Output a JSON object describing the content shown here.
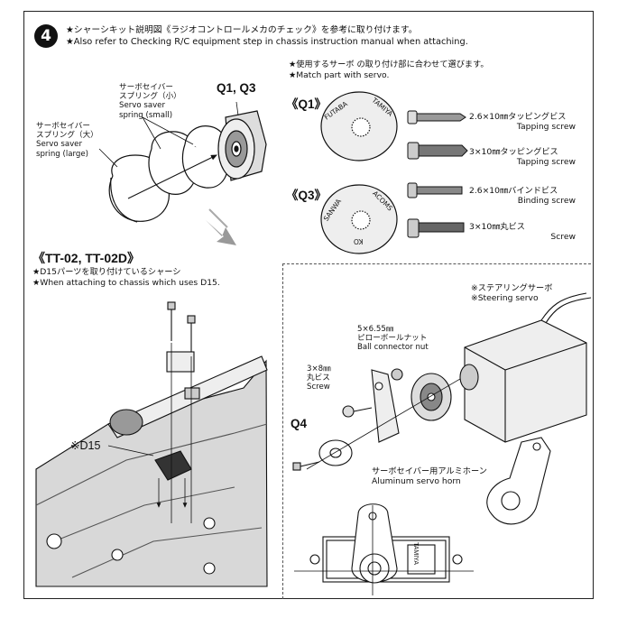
{
  "step": {
    "number": "4",
    "instruction_jp": "★シャーシキット説明図《ラジオコントロールメカのチェック》を参考に取り付けます。",
    "instruction_en": "★Also refer to Checking R/C equipment step in chassis instruction manual when attaching."
  },
  "saver": {
    "small_label_jp": "サーボセイバー",
    "small_label_jp2": "スプリング（小）",
    "small_label_en": "Servo saver",
    "small_label_en2": "spring (small)",
    "large_label_jp": "サーボセイバー",
    "large_label_jp2": "スプリング（大）",
    "large_label_en": "Servo saver",
    "large_label_en2": "spring (large)",
    "q_label": "Q1, Q3"
  },
  "servo_match": {
    "note_jp": "★使用するサーボ の取り付け部に合わせて選びます。",
    "note_en": "★Match part with servo.",
    "q1": "《Q1》",
    "q1_brands": [
      "FUTABA",
      "TAMIYA"
    ],
    "q3": "《Q3》",
    "q3_brands": [
      "SANWA",
      "ACOMS",
      "KO"
    ],
    "screws": [
      {
        "jp": "2.6×10㎜タッピングビス",
        "en": "Tapping screw"
      },
      {
        "jp": "3×10㎜タッピングビス",
        "en": "Tapping screw"
      },
      {
        "jp": "2.6×10㎜バインドビス",
        "en": "Binding screw"
      },
      {
        "jp": "3×10㎜丸ビス",
        "en": "Screw"
      }
    ]
  },
  "chassis": {
    "title": "《TT-02, TT-02D》",
    "note_jp": "★D15パーツを取り付けているシャーシ",
    "note_en": "★When attaching to chassis which uses D15.",
    "part_label": "※D15"
  },
  "steering": {
    "servo_jp": "※ステアリングサーボ",
    "servo_en": "※Steering servo",
    "nut_size": "5×6.55㎜",
    "nut_jp": "ピローボールナット",
    "nut_en": "Ball connector nut",
    "screw_size": "3×8㎜",
    "screw_jp": "丸ビス",
    "screw_en": "Screw",
    "q4": "Q4",
    "horn_jp": "サーボセイバー用アルミホーン",
    "horn_en": "Aluminum servo horn",
    "servo_brand": "TAMIYA"
  }
}
